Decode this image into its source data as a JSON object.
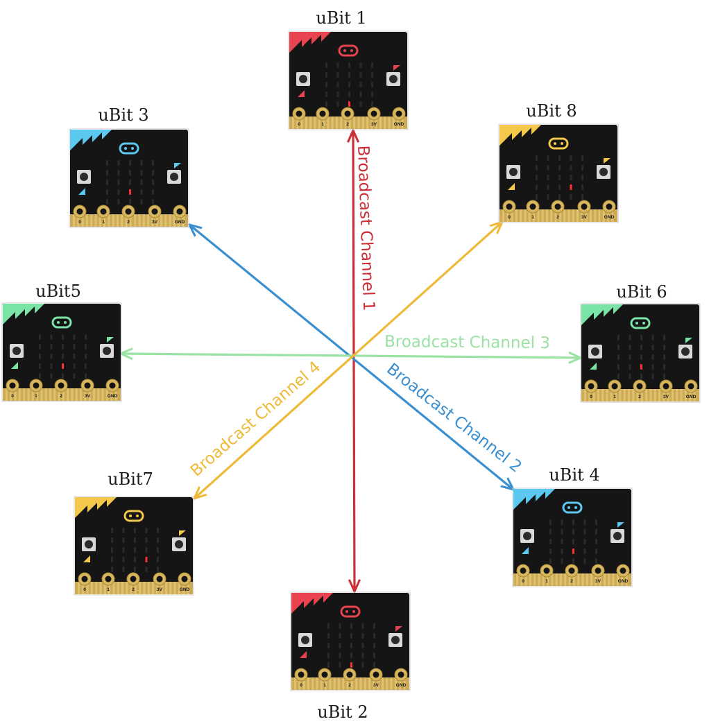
{
  "nodes": [
    {
      "id": "ubit1",
      "label": "uBit 1",
      "color": "#e8434f",
      "led": [
        2,
        4
      ]
    },
    {
      "id": "ubit2",
      "label": "uBit 2",
      "color": "#e8434f",
      "led": [
        2,
        4
      ]
    },
    {
      "id": "ubit3",
      "label": "uBit 3",
      "color": "#5bc8f0",
      "led": [
        2,
        3
      ]
    },
    {
      "id": "ubit4",
      "label": "uBit 4",
      "color": "#5bc8f0",
      "led": [
        2,
        3
      ]
    },
    {
      "id": "ubit5",
      "label": "uBit5",
      "color": "#7ae3a6",
      "led": [
        2,
        3
      ]
    },
    {
      "id": "ubit6",
      "label": "uBit 6",
      "color": "#7ae3a6",
      "led": [
        2,
        3
      ]
    },
    {
      "id": "ubit7",
      "label": "uBit7",
      "color": "#f4c84a",
      "led": [
        3,
        3
      ]
    },
    {
      "id": "ubit8",
      "label": "uBit 8",
      "color": "#f4c84a",
      "led": [
        3,
        3
      ]
    }
  ],
  "channels": [
    {
      "id": "ch1",
      "label": "Broadcast Channel 1",
      "color": "#cc2f37",
      "from": "ubit1",
      "to": "ubit2"
    },
    {
      "id": "ch2",
      "label": "Broadcast Channel 2",
      "color": "#3a8fd0",
      "from": "ubit3",
      "to": "ubit4"
    },
    {
      "id": "ch3",
      "label": "Broadcast Channel 3",
      "color": "#9be2a4",
      "from": "ubit5",
      "to": "ubit6"
    },
    {
      "id": "ch4",
      "label": "Broadcast Channel 4",
      "color": "#efb93a",
      "from": "ubit7",
      "to": "ubit8"
    }
  ],
  "board": {
    "pins": [
      "0",
      "1",
      "2",
      "3V",
      "GND"
    ],
    "button_a": "A",
    "button_b": "B"
  }
}
